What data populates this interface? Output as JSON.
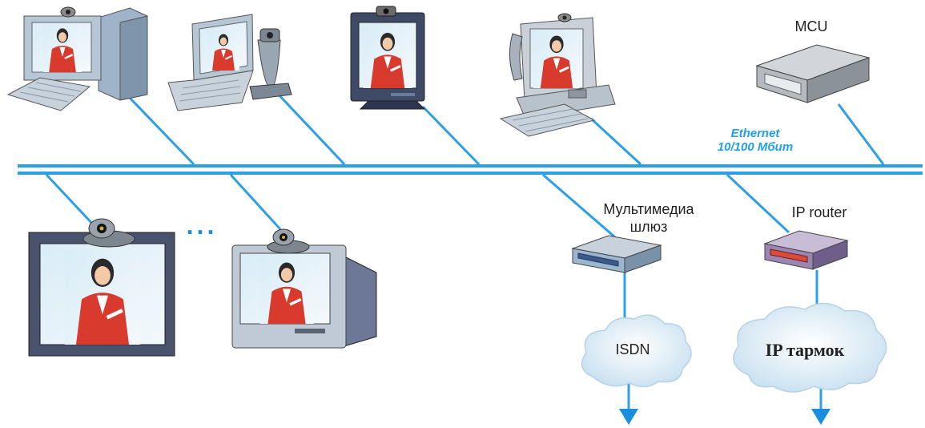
{
  "labels": {
    "mcu": "MCU",
    "ethernet_line1": "Ethernet",
    "ethernet_line2": "10/100 Мбит",
    "gateway_line1": "Мультимедиа",
    "gateway_line2": "шлюз",
    "ip_router": "IP router",
    "isdn": "ISDN",
    "ip_network": "IP тармок",
    "ellipsis": "..."
  },
  "colors": {
    "network_line": "#2c9fe6",
    "label_text": "#222222",
    "ethernet_label": "#1fa0e8",
    "cloud_fill": "#dfeef8",
    "arrow": "#1a8fe0"
  },
  "icons": [
    "desktop-pc-with-camera-icon",
    "laptop-with-camera-icon",
    "videoconference-monitor-icon",
    "pc-with-phone-and-camera-icon",
    "mcu-device-icon",
    "flat-panel-tv-with-camera-icon",
    "crt-tv-with-camera-icon",
    "multimedia-gateway-icon",
    "ip-router-icon",
    "isdn-cloud-icon",
    "ip-network-cloud-icon"
  ]
}
